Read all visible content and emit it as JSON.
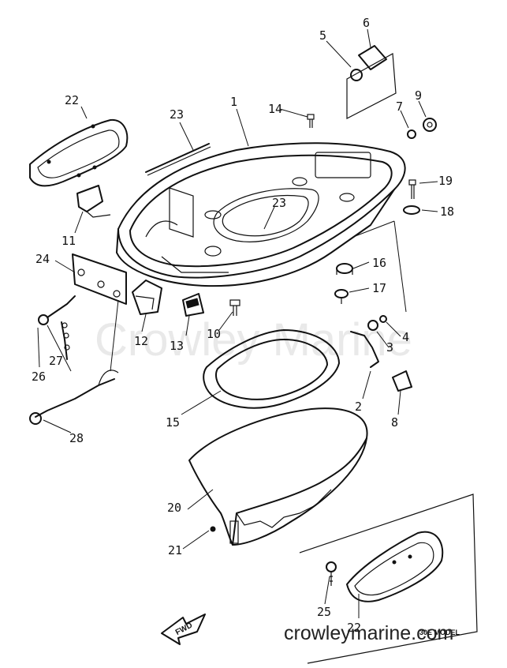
{
  "watermark": "Crowley Marine",
  "site_label": "crowleymarine.com",
  "forward_label": "FWD",
  "model_note": "30E MODEL",
  "callouts": {
    "c1": "1",
    "c2": "2",
    "c3": "3",
    "c4": "4",
    "c5": "5",
    "c6": "6",
    "c7": "7",
    "c8": "8",
    "c9": "9",
    "c10": "10",
    "c11": "11",
    "c12": "12",
    "c13": "13",
    "c14": "14",
    "c15": "15",
    "c16": "16",
    "c17": "17",
    "c18": "18",
    "c19": "19",
    "c20": "20",
    "c21": "21",
    "c22a": "22",
    "c22b": "22",
    "c23a": "23",
    "c23b": "23",
    "c24": "24",
    "c25": "25",
    "c26": "26",
    "c27": "27",
    "c28": "28"
  }
}
